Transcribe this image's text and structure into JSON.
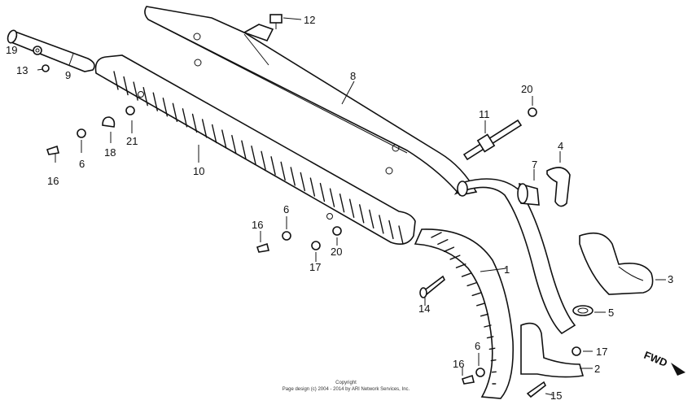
{
  "labels": {
    "l1": "1",
    "l2": "2",
    "l3": "3",
    "l4": "4",
    "l5": "5",
    "l6a": "6",
    "l6b": "6",
    "l6c": "6",
    "l7": "7",
    "l8": "8",
    "l9": "9",
    "l10": "10",
    "l11": "11",
    "l12": "12",
    "l13": "13",
    "l14": "14",
    "l15": "15",
    "l16a": "16",
    "l16b": "16",
    "l16c": "16",
    "l17a": "17",
    "l17b": "17",
    "l18": "18",
    "l19": "19",
    "l20a": "20",
    "l20b": "20",
    "l21": "21"
  },
  "direction": {
    "fwd": "FWD"
  },
  "copyright": {
    "line1": "Copyright",
    "line2": "Page design (c) 2004 - 2014 by ARI Network Services, Inc."
  }
}
